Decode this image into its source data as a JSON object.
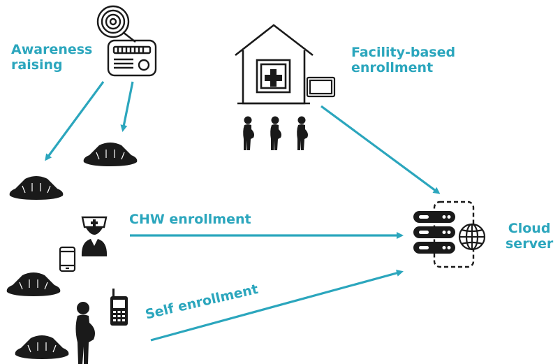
{
  "labels": {
    "awareness": [
      "Awareness",
      "raising"
    ],
    "facility": [
      "Facility-based",
      "enrollment"
    ],
    "cloud": [
      "Cloud",
      "server"
    ],
    "chw": "CHW enrollment",
    "self": "Self enrollment"
  },
  "colors": {
    "accent": "#2ba6bd",
    "icon": "#1a1a1a"
  },
  "icons": [
    "radio-icon",
    "clinic-icon",
    "tablet-icon",
    "pregnant-woman-icon",
    "hut-icon",
    "nurse-icon",
    "mobile-phone-icon",
    "feature-phone-icon",
    "server-icon",
    "globe-icon"
  ]
}
